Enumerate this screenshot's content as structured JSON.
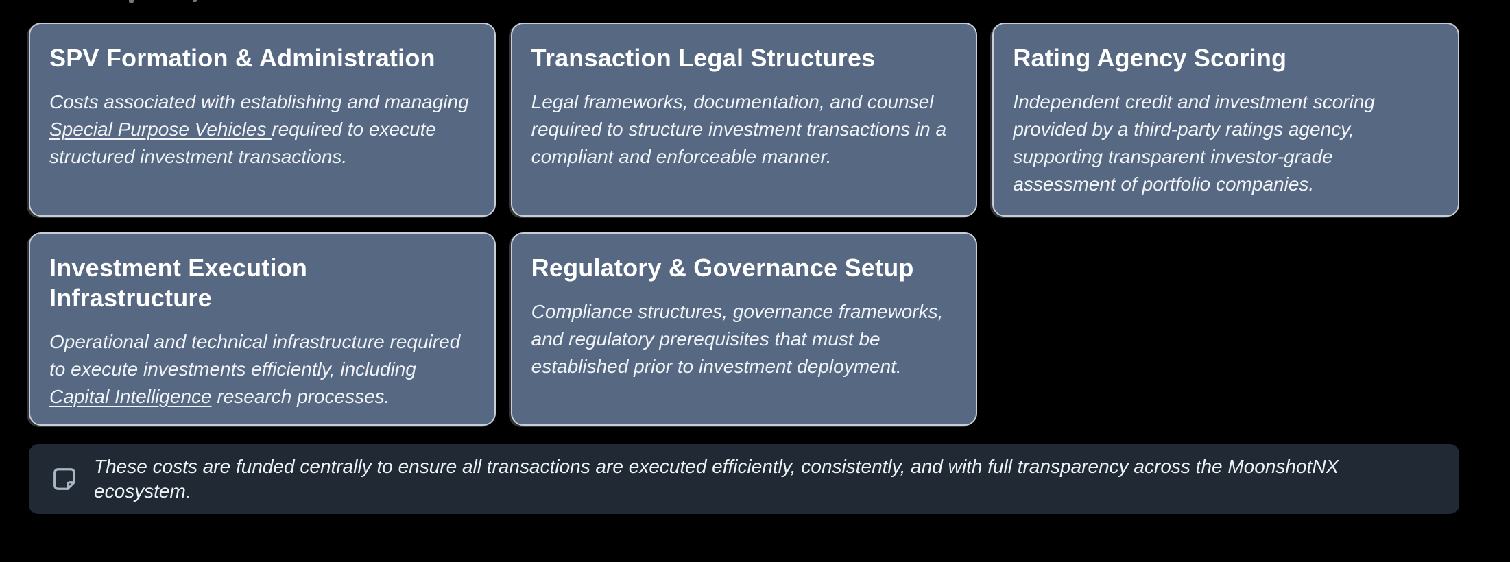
{
  "colors": {
    "page_bg": "#000000",
    "card_bg": "#566882",
    "card_border": "#c7ced8",
    "card_title": "#ffffff",
    "card_text": "#f0f3f7",
    "note_bg": "#212a34",
    "note_icon": "#a8b5c4",
    "note_text": "#eef2f6"
  },
  "cards": [
    {
      "id": "spv-formation",
      "title": "SPV Formation & Administration",
      "body": [
        {
          "text": "Costs associated with establishing and managing "
        },
        {
          "text": "Special Purpose Vehicles ",
          "underline": true
        },
        {
          "text": "required to execute structured investment transactions."
        }
      ]
    },
    {
      "id": "transaction-legal",
      "title": "Transaction Legal Structures",
      "body": [
        {
          "text": "Legal frameworks, documentation, and counsel required to structure investment transactions in a compliant and enforceable manner."
        }
      ]
    },
    {
      "id": "rating-agency",
      "title": "Rating Agency Scoring",
      "body": [
        {
          "text": "Independent credit and investment scoring provided by a third-party ratings agency, supporting transparent investor-grade assessment of portfolio companies."
        }
      ]
    },
    {
      "id": "investment-execution",
      "title": "Investment Execution Infrastructure",
      "body": [
        {
          "text": "Operational and technical infrastructure required to execute investments efficiently, including "
        },
        {
          "text": "Capital Intelligence",
          "underline": true
        },
        {
          "text": " research processes."
        }
      ]
    },
    {
      "id": "regulatory-governance",
      "title": "Regulatory & Governance Setup",
      "body": [
        {
          "text": "Compliance structures, governance frameworks, and regulatory prerequisites that must be established prior to investment deployment."
        }
      ]
    }
  ],
  "note": {
    "icon": "sticky-note-icon",
    "text": "These costs are funded centrally to ensure all transactions are executed efficiently, consistently, and with full transparency across the MoonshotNX ecosystem."
  }
}
